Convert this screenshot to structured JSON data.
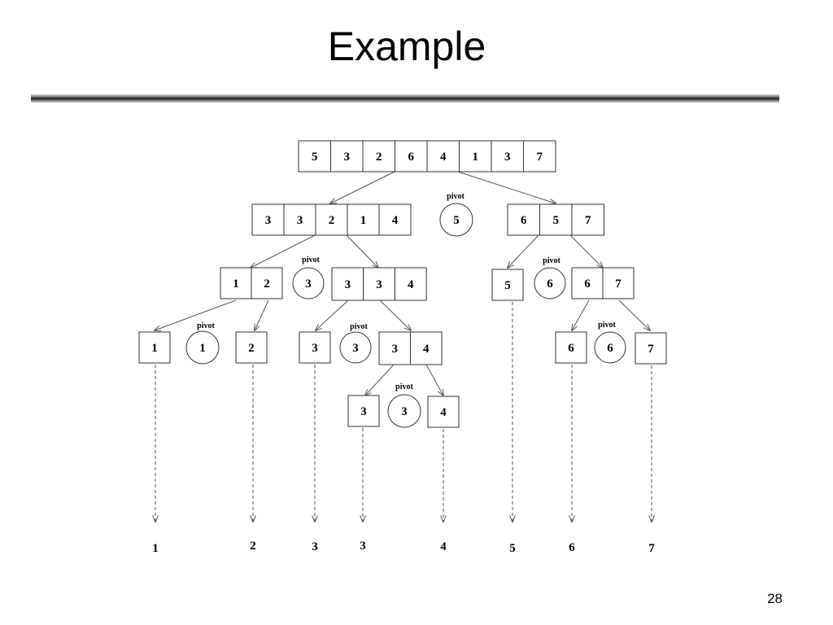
{
  "title": "Example",
  "page_number": "28",
  "pivot_label": "pivot",
  "diagram": {
    "arrays": [
      {
        "id": "root",
        "values": [
          "5",
          "3",
          "2",
          "6",
          "4",
          "1",
          "3",
          "7"
        ]
      },
      {
        "id": "left-1",
        "values": [
          "3",
          "3",
          "2",
          "1",
          "4"
        ]
      },
      {
        "id": "right-1",
        "values": [
          "6",
          "5",
          "7"
        ]
      },
      {
        "id": "left-2a",
        "values": [
          "1",
          "2"
        ]
      },
      {
        "id": "left-2b",
        "values": [
          "3",
          "3",
          "4"
        ]
      },
      {
        "id": "right-2a",
        "values": [
          "5"
        ]
      },
      {
        "id": "right-2b",
        "values": [
          "6",
          "7"
        ]
      },
      {
        "id": "leaf-1",
        "values": [
          "1"
        ]
      },
      {
        "id": "leaf-2",
        "values": [
          "2"
        ]
      },
      {
        "id": "left-3a",
        "values": [
          "3"
        ]
      },
      {
        "id": "left-3b",
        "values": [
          "3",
          "4"
        ]
      },
      {
        "id": "leaf-6",
        "values": [
          "6"
        ]
      },
      {
        "id": "leaf-7",
        "values": [
          "7"
        ]
      },
      {
        "id": "left-4a",
        "values": [
          "3"
        ]
      },
      {
        "id": "left-4b",
        "values": [
          "4"
        ]
      }
    ],
    "pivots": [
      {
        "id": "pivot-5",
        "value": "5"
      },
      {
        "id": "pivot-3a",
        "value": "3"
      },
      {
        "id": "pivot-6a",
        "value": "6"
      },
      {
        "id": "pivot-1",
        "value": "1"
      },
      {
        "id": "pivot-3b",
        "value": "3"
      },
      {
        "id": "pivot-6b",
        "value": "6"
      },
      {
        "id": "pivot-3c",
        "value": "3"
      }
    ],
    "sorted_output": [
      "1",
      "2",
      "3",
      "3",
      "4",
      "5",
      "6",
      "7"
    ]
  }
}
